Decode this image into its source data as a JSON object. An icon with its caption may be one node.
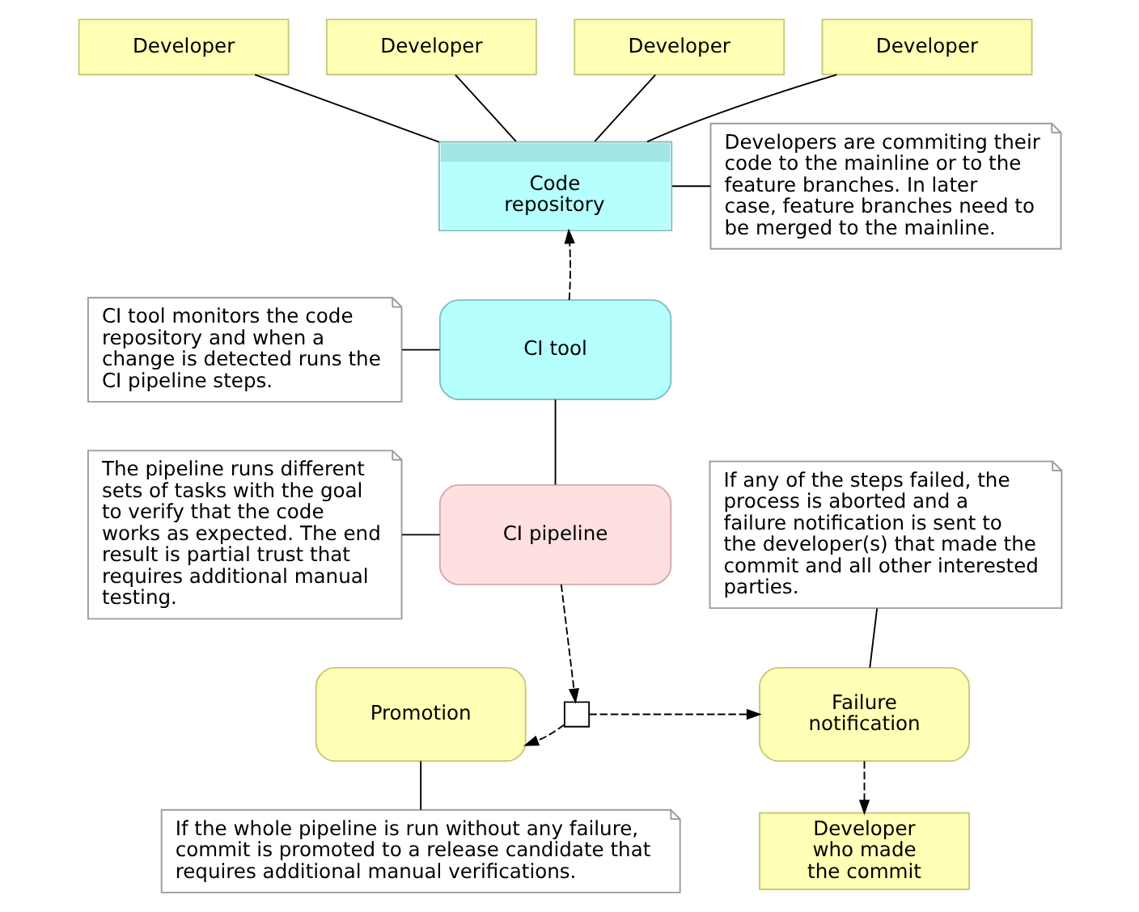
{
  "diagram": {
    "nodes": [
      {
        "text": [
          "Developer"
        ]
      },
      {
        "text": [
          "Developer"
        ]
      },
      {
        "text": [
          "Developer"
        ]
      },
      {
        "text": [
          "Developer"
        ]
      },
      {
        "text": [
          "Code repository"
        ]
      },
      {
        "text": [
          "Developers are commiting their code to the mainline or to the feature branches. In later case, feature branches need to be merged to the mainline."
        ]
      },
      {
        "text": [
          "CI tool monitors the code repository and when a change is detected runs the CI pipeline steps."
        ]
      },
      {
        "text": [
          "CI tool"
        ]
      },
      {
        "text": [
          "The pipeline runs different sets of tasks with the goal to verify that the code works as expected. The end result is partial trust that requires additional manual testing."
        ]
      },
      {
        "text": [
          "If any of the steps failed, the process is aborted and a failure notification is sent to the developer(s) that made the commit and all other interested parties."
        ]
      },
      {
        "text": [
          "CI pipeline"
        ]
      },
      {
        "text": [
          "Promotion"
        ]
      },
      {
        "text": [],
        "shape": "box"
      },
      {
        "text": [
          "Failure notification"
        ]
      },
      {
        "text": [
          "If the whole pipeline is run without any failure, commit is promoted to a release candidate that requires additional manual verifications."
        ]
      },
      {
        "text": [
          "Developer who made the commit"
        ]
      }
    ],
    "edges": [
      {
        "from": 0,
        "to": 4,
        "arrow": "none"
      },
      {
        "from": 1,
        "to": 4,
        "arrow": "none"
      },
      {
        "from": 2,
        "to": 4,
        "arrow": "none"
      },
      {
        "from": 3,
        "to": 4,
        "arrow": "none"
      },
      {
        "from": 4,
        "to": 5,
        "arrow": "none"
      },
      {
        "from": 7,
        "to": 4,
        "arrow": "to",
        "style": "dashed"
      },
      {
        "from": 6,
        "to": 7,
        "arrow": "none"
      },
      {
        "from": 7,
        "to": 10,
        "arrow": "none"
      },
      {
        "from": 8,
        "to": 10,
        "arrow": "none"
      },
      {
        "from": 9,
        "to": 13,
        "arrow": "none"
      },
      {
        "from": 10,
        "to": 12,
        "arrow": "to",
        "style": "dashed"
      },
      {
        "from": 12,
        "to": 11,
        "arrow": "to",
        "style": "dashed"
      },
      {
        "from": 12,
        "to": 13,
        "arrow": "to",
        "style": "dashed"
      },
      {
        "from": 11,
        "to": 14,
        "arrow": "none"
      },
      {
        "from": 13,
        "to": 15,
        "arrow": "to",
        "style": "dashed"
      }
    ]
  }
}
